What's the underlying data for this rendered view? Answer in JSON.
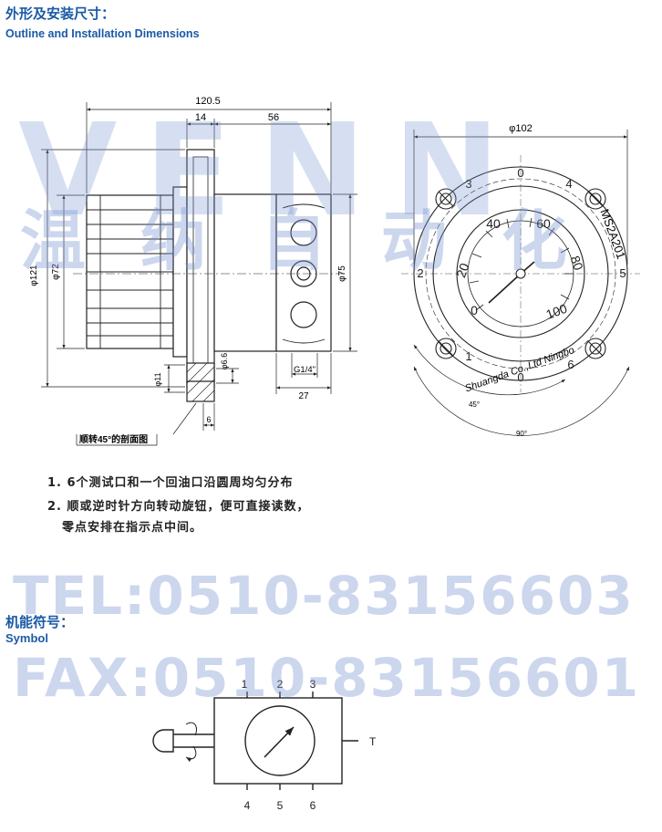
{
  "header": {
    "title_cn": "外形及安装尺寸：",
    "title_en": "Outline and  Installation Dimensions"
  },
  "side_view": {
    "dim_total": "120.5",
    "dim_14": "14",
    "dim_56": "56",
    "dim_phi121": "φ121",
    "dim_phi72": "φ72",
    "dim_phi75": "φ75",
    "dim_phi11": "φ11",
    "dim_phi6_6": "φ6.6",
    "dim_6": "6",
    "dim_g14": "G1/4\"",
    "dim_27": "27",
    "section_label": "顺转45°的剖面图"
  },
  "front_view": {
    "dim_phi102": "φ102",
    "gauge_ticks": [
      "0",
      "20",
      "40",
      "60",
      "80",
      "100"
    ],
    "port_labels": [
      "1",
      "2",
      "3",
      "4",
      "5",
      "6",
      "0"
    ],
    "model_text": "MS2A201",
    "brand_text": "Shuangda Co.,Ltd Ningbo",
    "angle_45": "45°",
    "angle_90": "90°"
  },
  "notes": [
    "1. 6个测试口和一个回油口沿圆周均匀分布",
    "2. 顺或逆时针方向转动旋钮，便可直接读数，",
    "零点安排在指示点中间。"
  ],
  "symbol": {
    "title_cn": "机能符号：",
    "title_en": "Symbol",
    "top_ports": [
      "1",
      "2",
      "3"
    ],
    "bottom_ports": [
      "4",
      "5",
      "6"
    ],
    "side_port": "T"
  },
  "watermark": {
    "latin": "VENN",
    "cn": "温纳自动化",
    "tel": "TEL:0510-83156603",
    "fax": "FAX:0510-83156601"
  },
  "colors": {
    "heading": "#1a5aa6",
    "line": "#222222",
    "watermark": "#7896d2"
  }
}
